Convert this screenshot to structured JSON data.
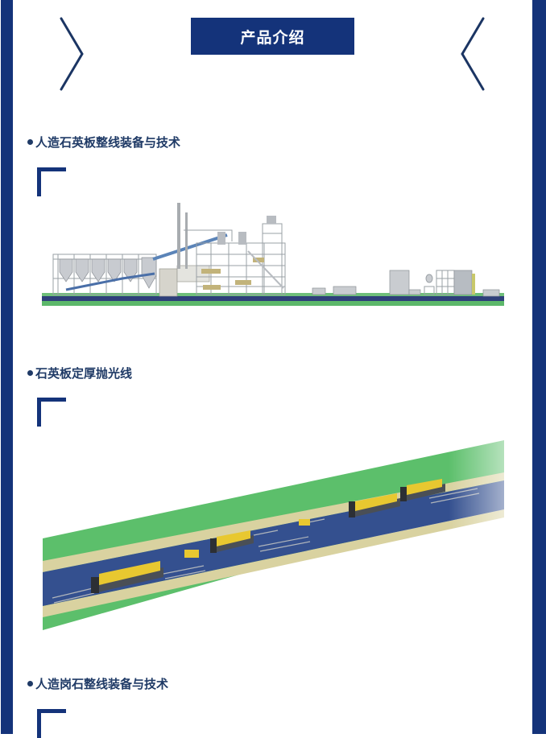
{
  "header": {
    "title": "产品介绍"
  },
  "sections": [
    {
      "heading": "人造石英板整线装备与技术",
      "image_description": "Factory production line rendering: silos, batching towers, conveyors and buildings on green/blue ground"
    },
    {
      "heading": "石英板定厚抛光线",
      "image_description": "Perspective rendering of yellow calibrating & polishing machines on a blue floor with beige and green stripes"
    },
    {
      "heading": "人造岗石整线装备与技术"
    }
  ],
  "colors": {
    "brand_navy": "#14337a",
    "heading_text": "#1f3a66",
    "floor_blue": "#34508f",
    "stripe_beige": "#d9d2a0",
    "ground_green": "#5cbf6b",
    "machine_yellow": "#e8c830"
  }
}
